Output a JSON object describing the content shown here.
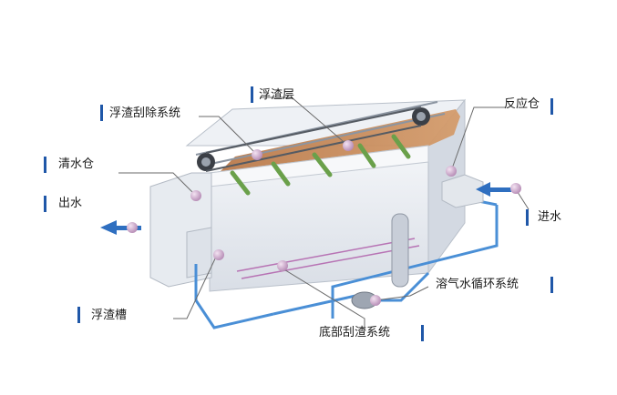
{
  "labels": {
    "floating_sludge_layer": "浮渣层",
    "sludge_scraper_system": "浮渣刮除系统",
    "reaction_tank": "反应仓",
    "clear_water_tank": "清水仓",
    "water_outlet": "出水",
    "water_inlet": "进水",
    "dissolved_air_system": "溶气水循环系统",
    "sludge_trough": "浮渣槽",
    "bottom_scraper_system": "底部刮渣系统"
  },
  "colors": {
    "accent_bar": "#1f57a8",
    "pipe": "#4a8fd6",
    "sludge": "#c98b5a",
    "tank": "#e9ecf1",
    "marker": "#c79bc6"
  }
}
